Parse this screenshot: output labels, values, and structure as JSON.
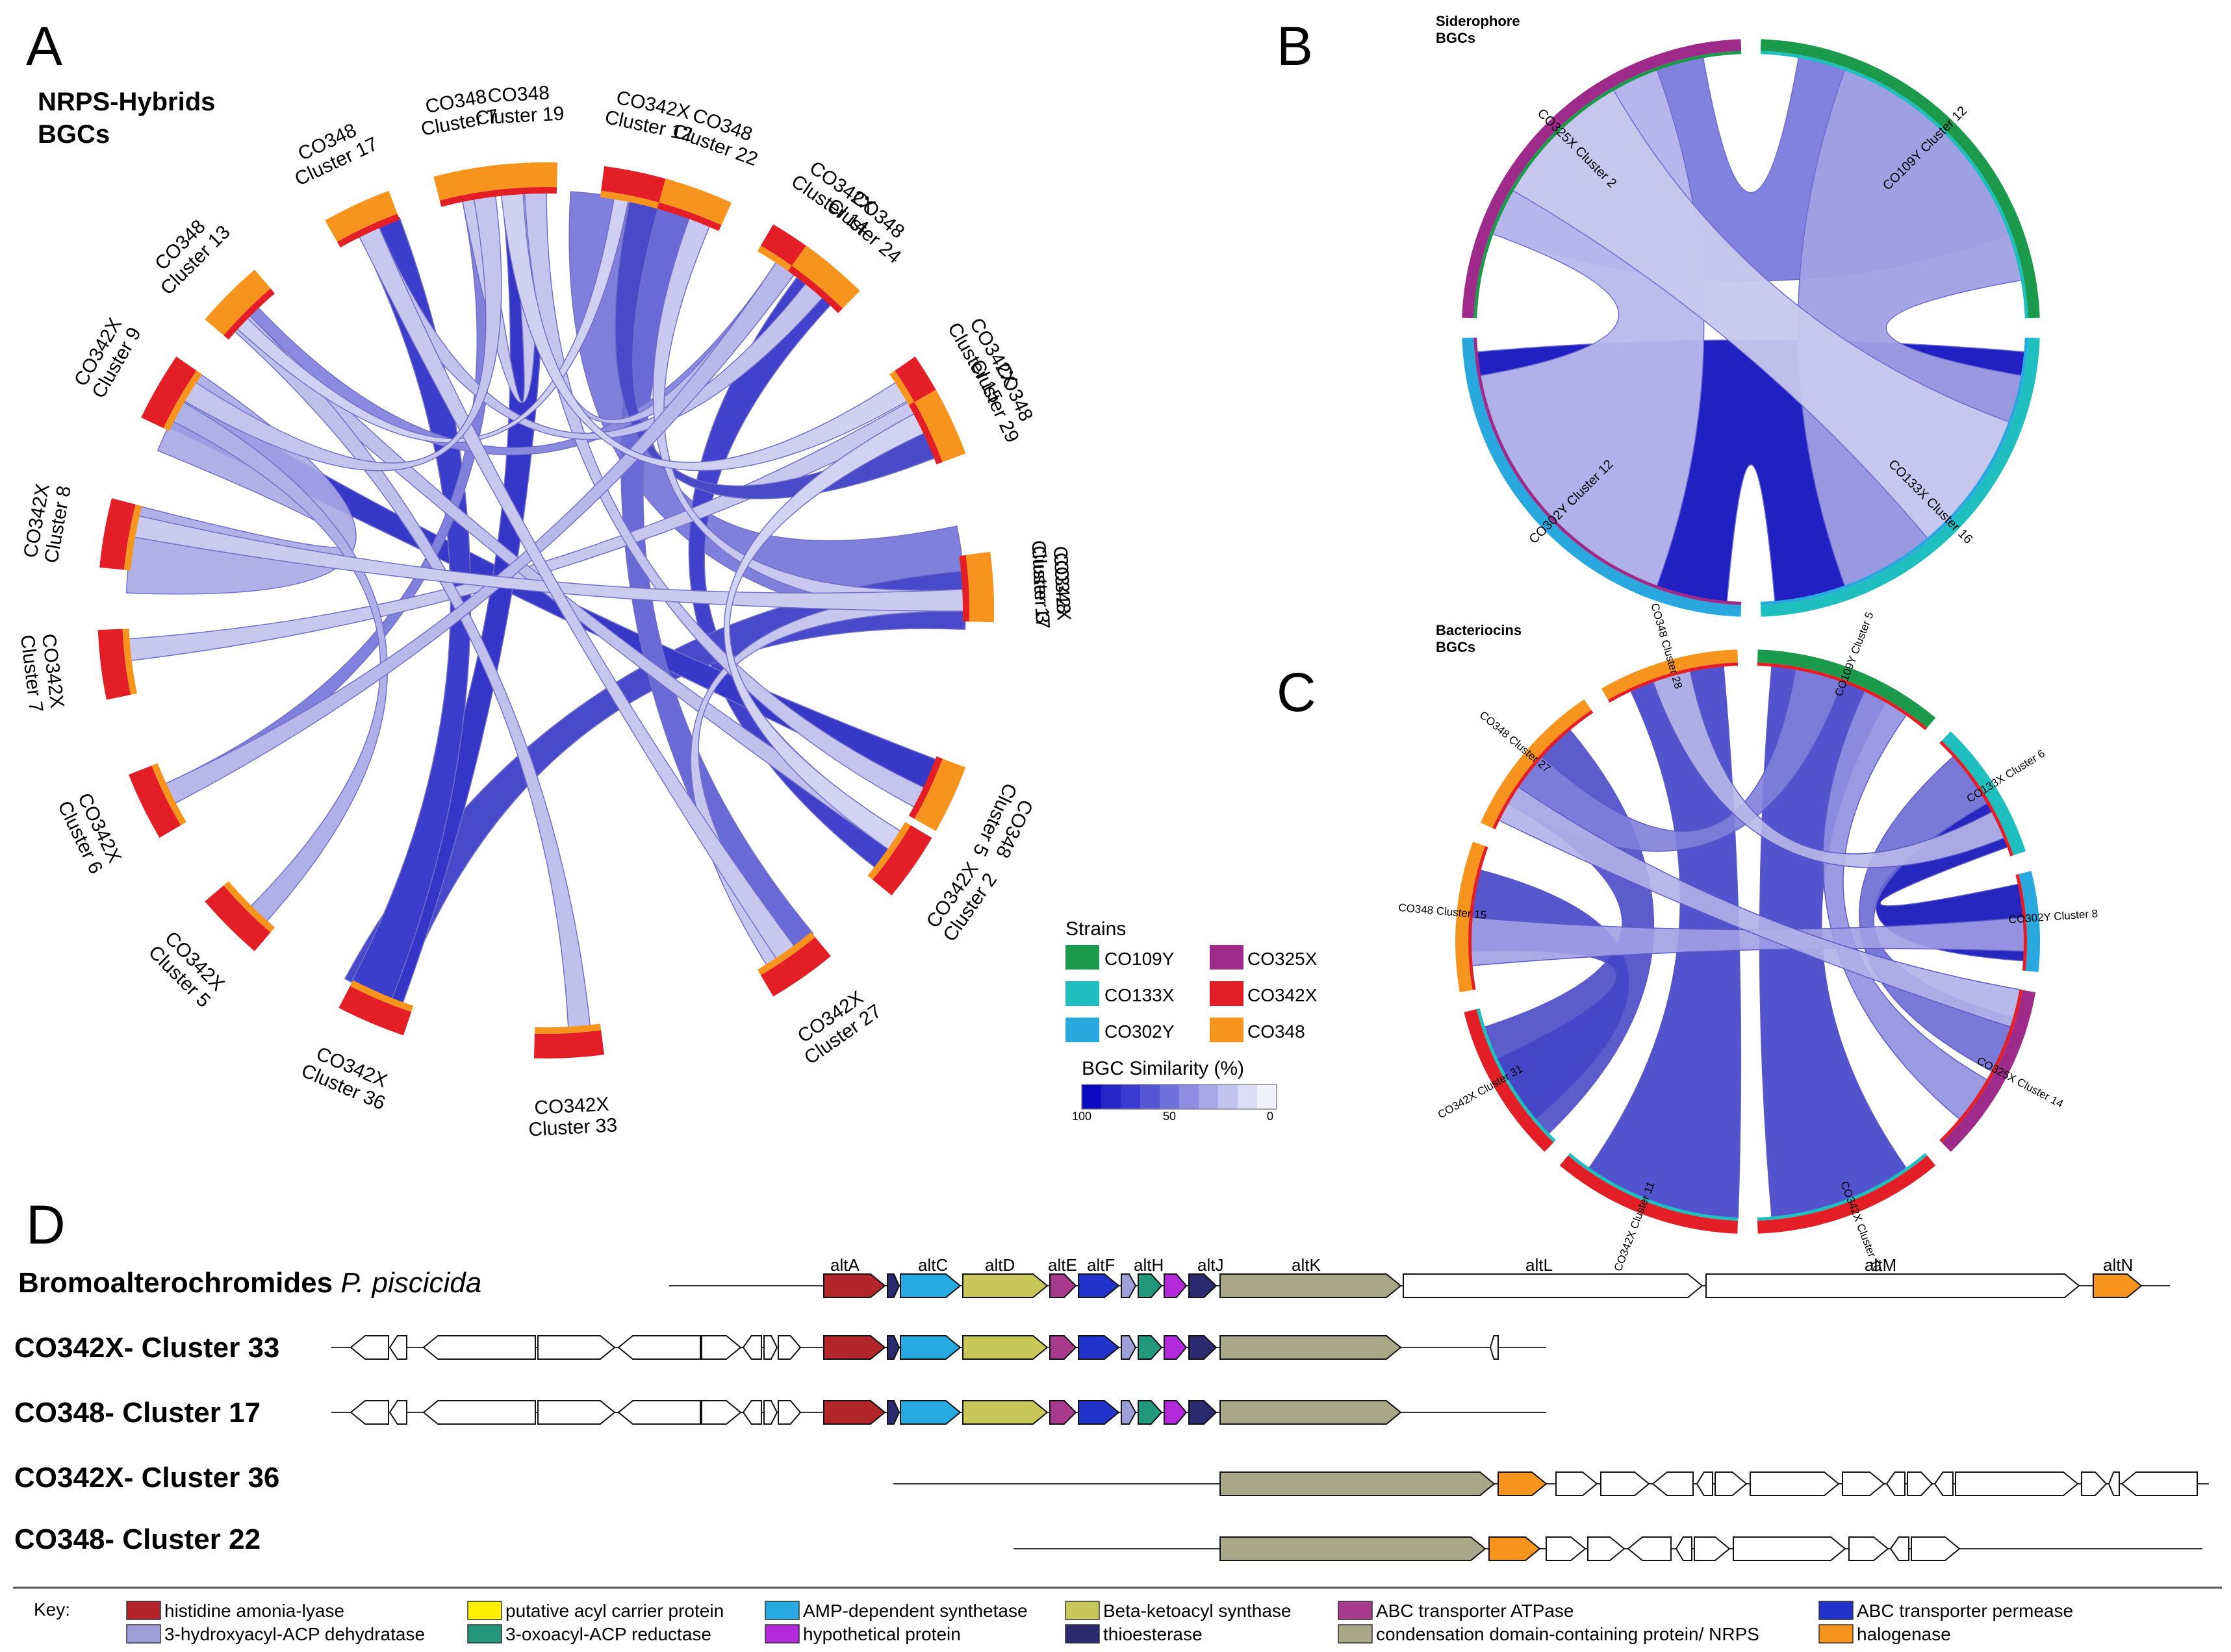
{
  "panelA": {
    "letter": "A",
    "title": [
      "NRPS-Hybrids",
      "BGCs"
    ],
    "clusters": [
      {
        "strain": "CO348",
        "name": "Cluster 7",
        "color": "#f7941d"
      },
      {
        "strain": "CO342X",
        "name": "Cluster 12",
        "color": "#e41e26"
      },
      {
        "strain": "CO342X",
        "name": "Cluster 14",
        "color": "#e41e26"
      },
      {
        "strain": "CO342X",
        "name": "Cluster 15",
        "color": "#e41e26"
      },
      {
        "strain": "CO342X",
        "name": "Cluster 17",
        "color": "#e41e26"
      },
      {
        "strain": "CO342X",
        "name": "Cluster 2",
        "color": "#e41e26"
      },
      {
        "strain": "CO342X",
        "name": "Cluster 27",
        "color": "#e41e26"
      },
      {
        "strain": "CO342X",
        "name": "Cluster 33",
        "color": "#e41e26"
      },
      {
        "strain": "CO342X",
        "name": "Cluster 36",
        "color": "#e41e26"
      },
      {
        "strain": "CO342X",
        "name": "Cluster 5",
        "color": "#e41e26"
      },
      {
        "strain": "CO342X",
        "name": "Cluster 6",
        "color": "#e41e26"
      },
      {
        "strain": "CO342X",
        "name": "Cluster 7",
        "color": "#e41e26"
      },
      {
        "strain": "CO342X",
        "name": "Cluster 8",
        "color": "#e41e26"
      },
      {
        "strain": "CO342X",
        "name": "Cluster 9",
        "color": "#e41e26"
      },
      {
        "strain": "CO348",
        "name": "Cluster 13",
        "color": "#f7941d"
      },
      {
        "strain": "CO348",
        "name": "Cluster 17",
        "color": "#f7941d"
      },
      {
        "strain": "CO348",
        "name": "Cluster 19",
        "color": "#f7941d"
      },
      {
        "strain": "CO348",
        "name": "Cluster 22",
        "color": "#f7941d"
      },
      {
        "strain": "CO348",
        "name": "Cluster 24",
        "color": "#f7941d"
      },
      {
        "strain": "CO348",
        "name": "Cluster 29",
        "color": "#f7941d"
      },
      {
        "strain": "CO348",
        "name": "Cluster 3",
        "color": "#f7941d"
      },
      {
        "strain": "CO348",
        "name": "Cluster 5",
        "color": "#f7941d"
      }
    ]
  },
  "panelB": {
    "letter": "B",
    "title": [
      "Siderophore",
      "BGCs"
    ],
    "clusters": [
      {
        "label": "CO109Y Cluster 12",
        "color": "#1a9a4a"
      },
      {
        "label": "CO133X Cluster 16",
        "color": "#1fbfbf"
      },
      {
        "label": "CO302Y Cluster 12",
        "color": "#29a8e0"
      },
      {
        "label": "CO325X Cluster 2",
        "color": "#9e2a8a"
      }
    ]
  },
  "panelC": {
    "letter": "C",
    "title": [
      "Bacteriocins",
      "BGCs"
    ],
    "clusters": [
      {
        "label": "CO109Y Cluster 5",
        "color": "#1a9a4a"
      },
      {
        "label": "CO133X Cluster 6",
        "color": "#1fbfbf"
      },
      {
        "label": "CO302Y Cluster 8",
        "color": "#29a8e0"
      },
      {
        "label": "CO325X Cluster 14",
        "color": "#9e2a8a"
      },
      {
        "label": "CO342X Cluster 10",
        "color": "#e41e26"
      },
      {
        "label": "CO342X Cluster 11",
        "color": "#e41e26"
      },
      {
        "label": "CO342X Cluster 31",
        "color": "#e41e26"
      },
      {
        "label": "CO348 Cluster 15",
        "color": "#f7941d"
      },
      {
        "label": "CO348 Cluster 27",
        "color": "#f7941d"
      },
      {
        "label": "CO348 Cluster 28",
        "color": "#f7941d"
      }
    ]
  },
  "legend": {
    "strains_title": "Strains",
    "strains": [
      {
        "name": "CO109Y",
        "color": "#1a9a4a"
      },
      {
        "name": "CO325X",
        "color": "#9e2a8a"
      },
      {
        "name": "CO133X",
        "color": "#1fbfbf"
      },
      {
        "name": "CO342X",
        "color": "#e41e26"
      },
      {
        "name": "CO302Y",
        "color": "#29a8e0"
      },
      {
        "name": "CO348",
        "color": "#f7941d"
      }
    ],
    "similarity_title": "BGC Similarity (%)",
    "similarity_ticks": [
      "100",
      "50",
      "0"
    ],
    "similarity_colors": [
      "#0a0ac0",
      "#2525c8",
      "#3a3ad0",
      "#5555d6",
      "#7070dc",
      "#8c8ce2",
      "#a8a8e8",
      "#c2c2f0",
      "#dcdcf6",
      "#f2f2fc"
    ]
  },
  "panelD": {
    "letter": "D",
    "rows": [
      {
        "label": "Bromoalterochromides ",
        "species": "P. piscicida"
      },
      {
        "label": "CO342X- Cluster 33",
        "species": ""
      },
      {
        "label": "CO348- Cluster 17",
        "species": ""
      },
      {
        "label": "CO342X- Cluster 36",
        "species": ""
      },
      {
        "label": "CO348- Cluster 22",
        "species": ""
      }
    ],
    "gene_names": [
      "altA",
      "altC",
      "altD",
      "altE",
      "altF",
      "altH",
      "altJ",
      "altK",
      "altL",
      "altM",
      "altN"
    ],
    "key_title": "Key:",
    "key": [
      {
        "label": "histidine amonia-lyase",
        "color": "#b2252a"
      },
      {
        "label": "putative acyl carrier protein",
        "color": "#ffef00"
      },
      {
        "label": "AMP-dependent synthetase",
        "color": "#27a9e1"
      },
      {
        "label": "Beta-ketoacyl synthase",
        "color": "#c8c85a"
      },
      {
        "label": "ABC transporter ATPase",
        "color": "#a83a8e"
      },
      {
        "label": "ABC transporter permease",
        "color": "#2233cc"
      },
      {
        "label": "3-hydroxyacyl-ACP dehydratase",
        "color": "#9e9ed8"
      },
      {
        "label": "3-oxoacyl-ACP reductase",
        "color": "#23977a"
      },
      {
        "label": "hypothetical protein",
        "color": "#b22adc"
      },
      {
        "label": "thioesterase",
        "color": "#2a2a6e"
      },
      {
        "label": "condensation domain-containing protein/ NRPS",
        "color": "#a8a888"
      },
      {
        "label": "halogenase",
        "color": "#f7941d"
      }
    ]
  }
}
